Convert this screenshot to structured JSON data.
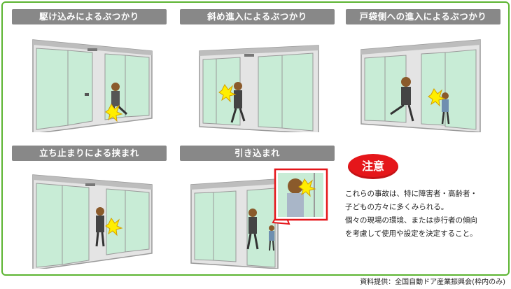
{
  "panels": [
    {
      "title": "駆け込みによるぶつかり"
    },
    {
      "title": "斜め進入によるぶつかり"
    },
    {
      "title": "戸袋側への進入によるぶつかり"
    },
    {
      "title": "立ち止まりによる挟まれ"
    },
    {
      "title": "引き込まれ"
    }
  ],
  "caution": {
    "badge": "注意",
    "lines": [
      "これらの事故は、特に障害者・高齢者・",
      "子どもの方々に多くみられる。",
      "個々の現場の環境、または歩行者の傾向",
      "を考慮して使用や設定を決定すること。"
    ]
  },
  "credit": "資料提供：全国自動ドア産業振興会(枠内のみ)",
  "colors": {
    "frame": "#5cb531",
    "title_bg": "#888888",
    "badge": "#e5161a",
    "glass": "#c8ecd6",
    "door_frame": "#9a9a9a",
    "impact": "#ffee00",
    "zoom_border": "#e5161a"
  }
}
